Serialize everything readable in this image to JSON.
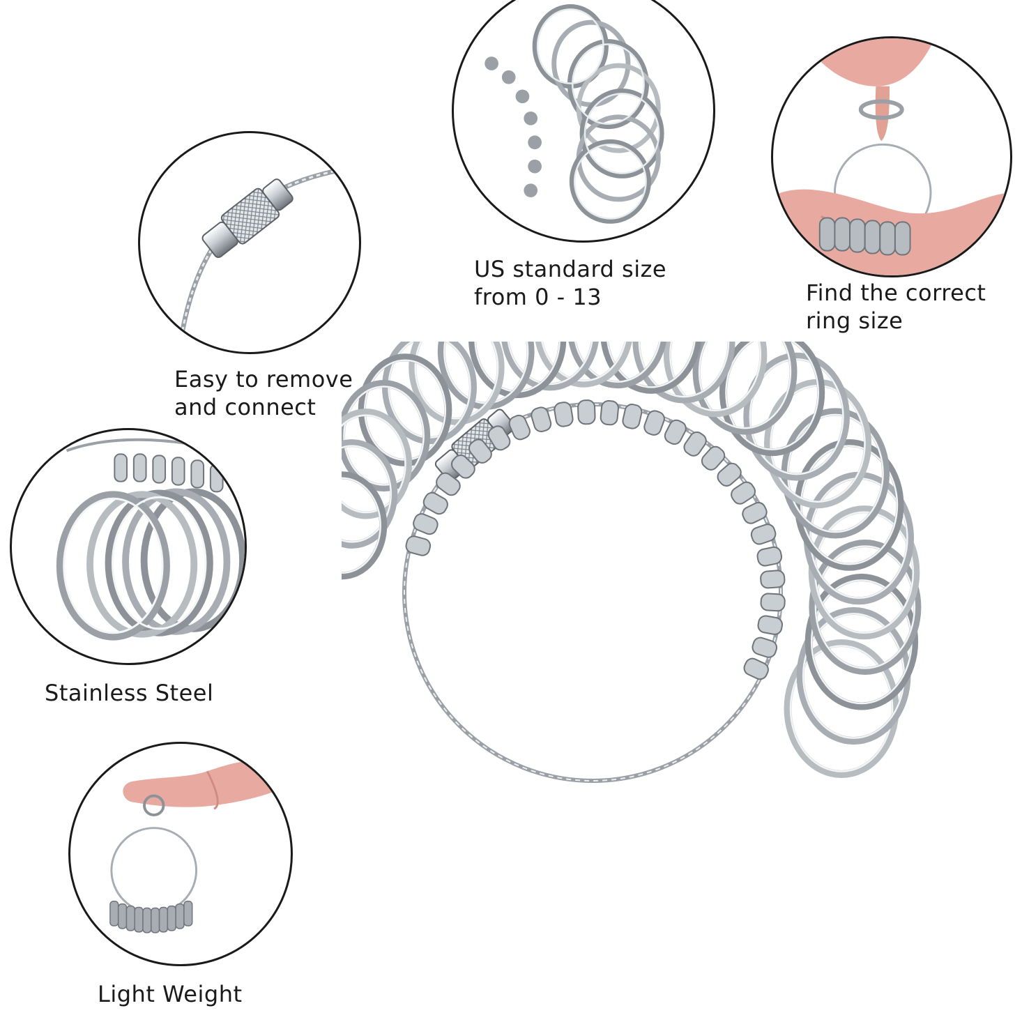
{
  "features": [
    {
      "id": "connector",
      "line1": "Easy to remove",
      "line2": "and connect",
      "icon": "cable-lock-icon"
    },
    {
      "id": "sizes",
      "line1": "US standard size",
      "line2": "from 0 - 13",
      "icon": "ring-stack-icon"
    },
    {
      "id": "fit",
      "line1": "Find the correct",
      "line2": "ring size",
      "icon": "hand-ring-icon"
    },
    {
      "id": "material",
      "line1": "Stainless Steel",
      "line2": "",
      "icon": "steel-rings-icon"
    },
    {
      "id": "weight",
      "line1": "Light Weight",
      "line2": "",
      "icon": "finger-hanging-icon"
    }
  ],
  "colors": {
    "steel_light": "#eef0f2",
    "steel_mid": "#b9bec4",
    "steel_dark": "#6e747a",
    "skin": "#e8aaa0",
    "outline": "#1a1a1a"
  }
}
